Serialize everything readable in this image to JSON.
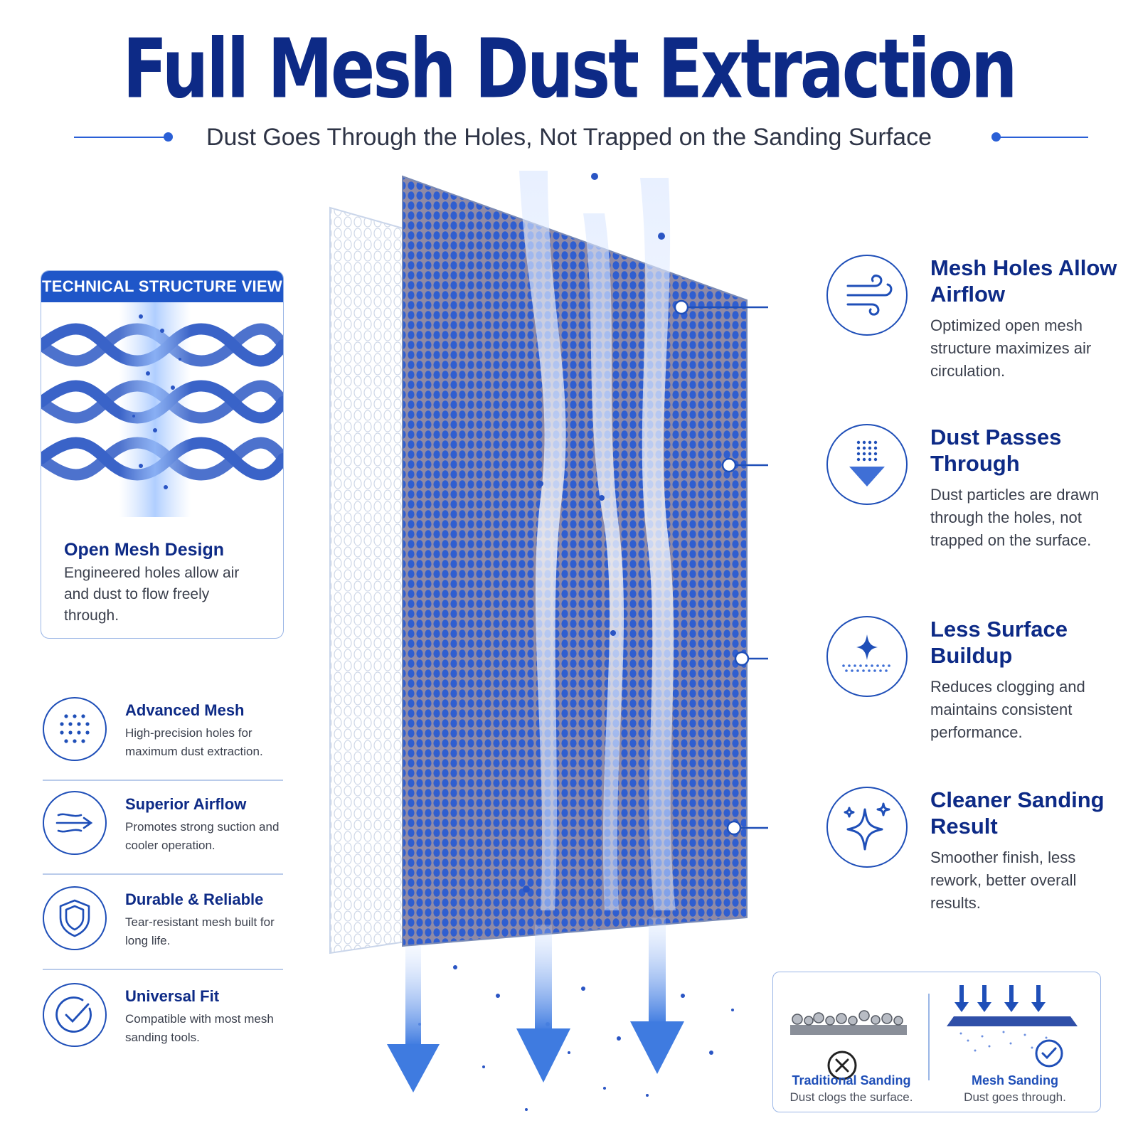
{
  "header": {
    "title": "Full Mesh Dust Extraction",
    "subtitle": "Dust Goes Through the Holes, Not Trapped on the Sanding Surface"
  },
  "tech_card": {
    "header": "TECHNICAL STRUCTURE VIEW",
    "title": "Open Mesh Design",
    "desc": "Engineered holes allow air and dust to flow freely through."
  },
  "left_features": [
    {
      "title": "Advanced Mesh",
      "desc": "High-precision holes for maximum dust extraction.",
      "icon": "dot-grid-icon"
    },
    {
      "title": "Superior Airflow",
      "desc": "Promotes strong suction and cooler operation.",
      "icon": "airflow-arrow-icon"
    },
    {
      "title": "Durable & Reliable",
      "desc": "Tear-resistant mesh built for long life.",
      "icon": "shield-icon"
    },
    {
      "title": "Universal Fit",
      "desc": "Compatible with most mesh sanding tools.",
      "icon": "check-circle-icon"
    }
  ],
  "right_features": [
    {
      "title": "Mesh Holes Allow Airflow",
      "desc": "Optimized open mesh structure maximizes air circulation.",
      "icon": "wind-icon"
    },
    {
      "title": "Dust Passes Through",
      "desc": "Dust particles are drawn through the holes, not trapped on the surface.",
      "icon": "dots-arrow-down-icon"
    },
    {
      "title": "Less Surface Buildup",
      "desc": "Reduces clogging and maintains consistent performance.",
      "icon": "sparkle-surface-icon"
    },
    {
      "title": "Cleaner Sanding Result",
      "desc": "Smoother finish, less rework, better overall results.",
      "icon": "sparkles-icon"
    }
  ],
  "comparison": {
    "left": {
      "title": "Traditional Sanding",
      "desc": "Dust clogs the surface.",
      "icon": "x-circle-icon"
    },
    "right": {
      "title": "Mesh Sanding",
      "desc": "Dust goes through.",
      "icon": "check-circle-icon"
    }
  },
  "colors": {
    "navy": "#0d2a86",
    "accent": "#1f56c8",
    "mesh_blue": "#3f66c9",
    "light_blue": "#9bb6e6"
  }
}
